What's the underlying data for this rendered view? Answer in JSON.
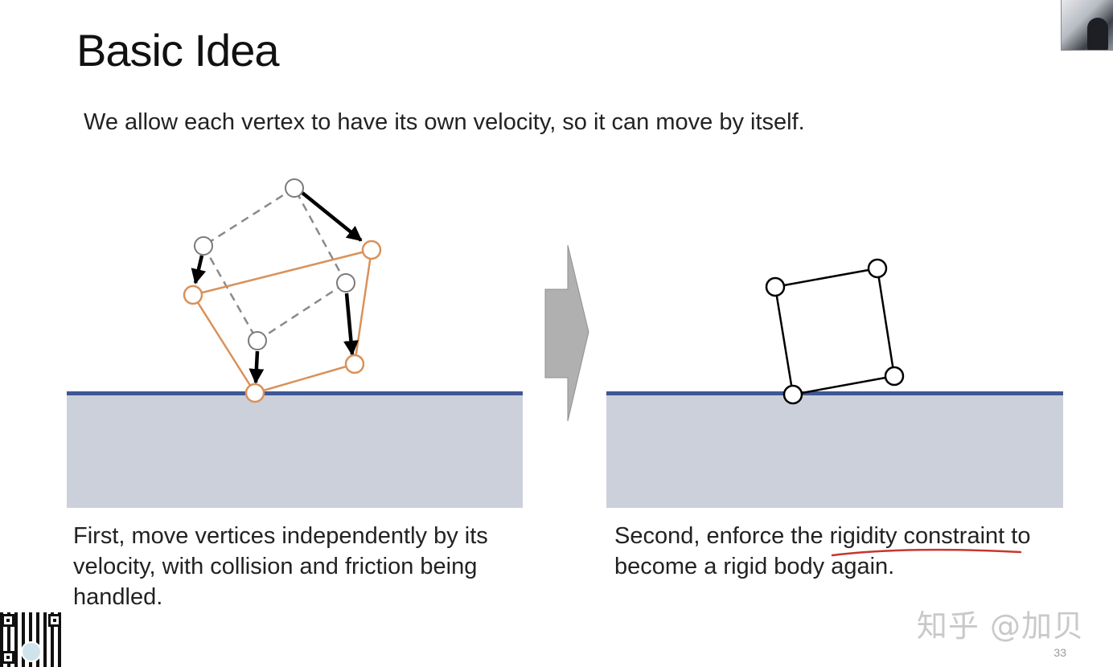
{
  "slide": {
    "title": "Basic Idea",
    "subtitle": "We allow each vertex to have its own velocity, so it can move by itself.",
    "caption_left": "First, move vertices independently by its velocity, with collision and friction being handled.",
    "caption_right_before": "Second, enforce the ",
    "caption_right_highlight": "rigidity constraint",
    "caption_right_after": " to become a rigid body again.",
    "page_number": "33"
  },
  "watermark": {
    "text": "知乎 @加贝"
  },
  "colors": {
    "ground_fill": "#ccd0da",
    "ground_line": "#3f5796",
    "orange_edge": "#d9915a",
    "dashed_edge": "#8a8a8a",
    "arrow": "#000000",
    "transition_arrow": "#b0b0b0",
    "annotation_underline": "#c8362d"
  },
  "icons": {
    "transition": "right-arrow-icon",
    "qr": "qr-code-icon",
    "webcam": "presenter-video-icon"
  }
}
